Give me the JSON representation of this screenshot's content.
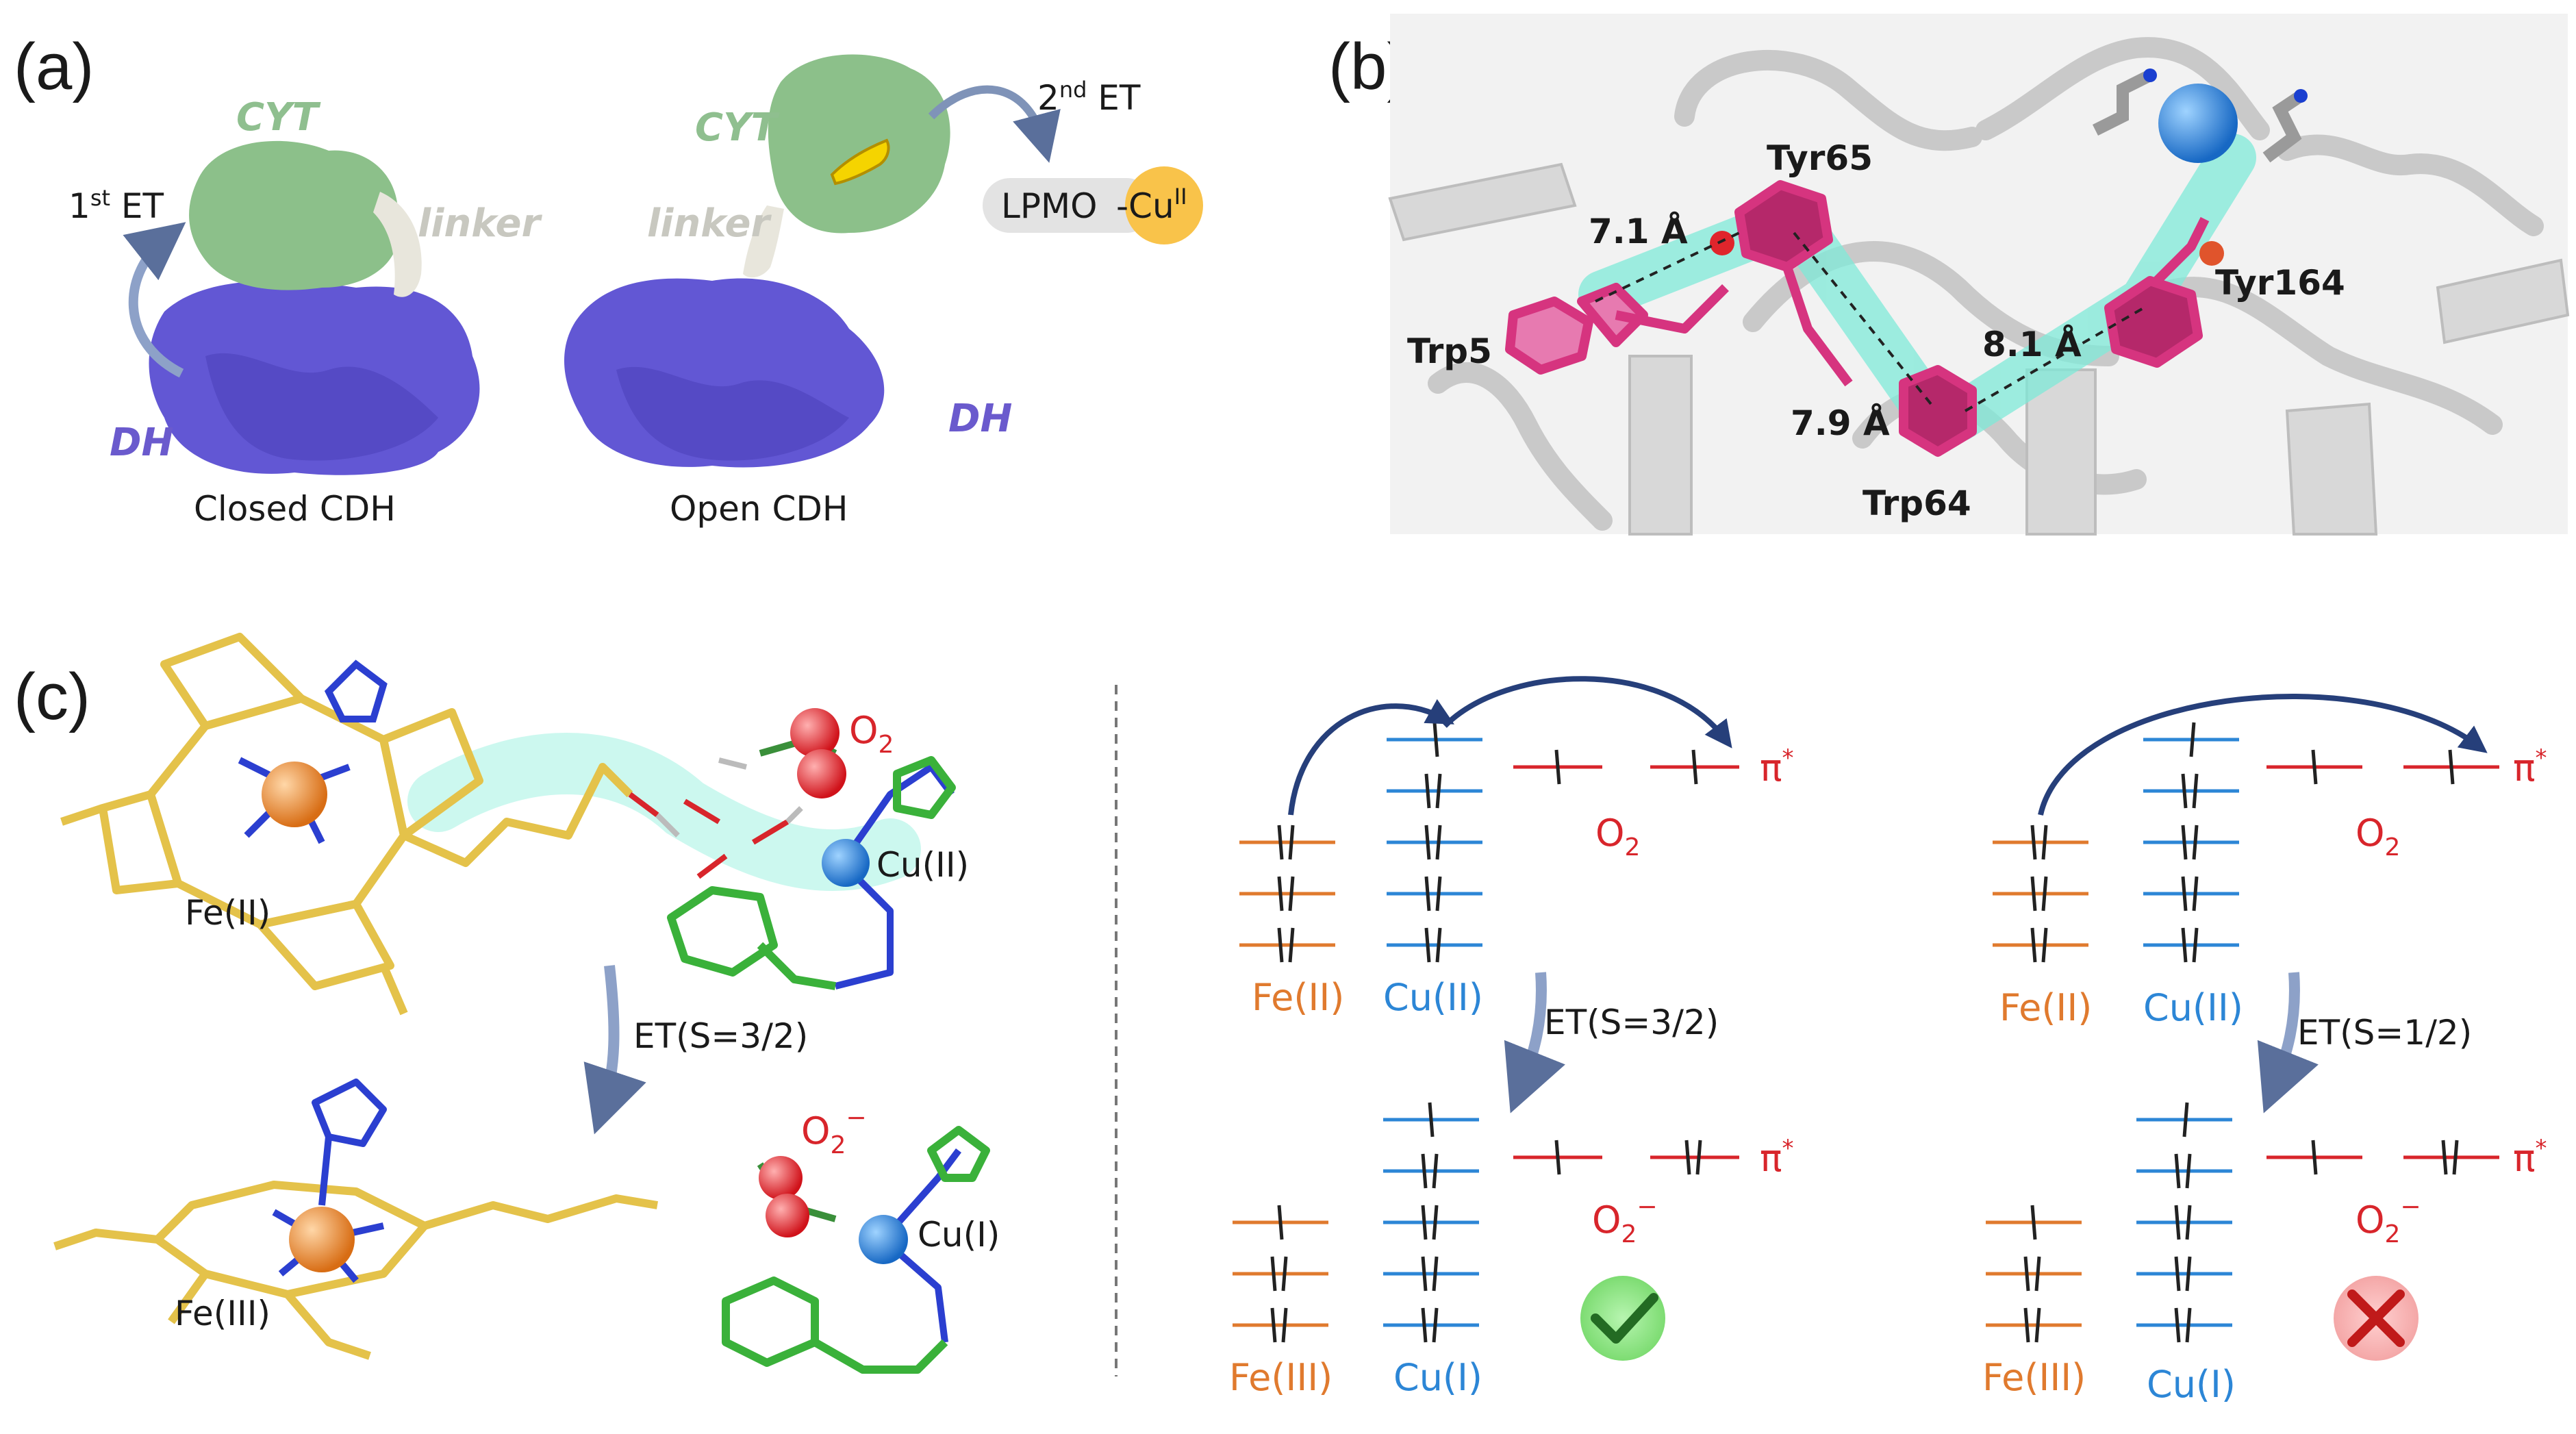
{
  "panels": {
    "a": {
      "label": "(a)",
      "closed": {
        "cyt": "CYT",
        "linker": "linker",
        "dh": "DH",
        "et": "1",
        "et_sup": "st",
        "et_word": " ET",
        "caption": "Closed CDH"
      },
      "open": {
        "cyt": "CYT",
        "linker": "linker",
        "dh": "DH",
        "et": "2",
        "et_sup": "nd",
        "et_word": " ET",
        "caption": "Open CDH",
        "lpmo": "LPMO",
        "cu": "Cu",
        "cu_sup": "II"
      }
    },
    "b": {
      "label": "(b)",
      "residues": [
        "Tyr65",
        "Trp5",
        "Trp64",
        "Tyr164"
      ],
      "distances": [
        "7.1 Å",
        "7.9 Å",
        "8.1 Å"
      ]
    },
    "c": {
      "label": "(c)",
      "struct": {
        "o2": "O",
        "o2_sub": "2",
        "cu_ii": "Cu(II)",
        "fe_ii": "Fe(II)",
        "et": "ET(S=3/2)",
        "o2m": "O",
        "o2m_sub": "2",
        "o2m_sup": "−",
        "cu_i": "Cu(I)",
        "fe_iii": "Fe(III)"
      },
      "diag1": {
        "fe_top": "Fe(II)",
        "cu_top": "Cu(II)",
        "o2": "O",
        "o2_sub": "2",
        "pi": "π",
        "pi_sup": "*",
        "et": "ET(S=3/2)",
        "fe_bot": "Fe(III)",
        "cu_bot": "Cu(I)",
        "o2m": "O",
        "o2m_sub": "2",
        "o2m_sup": "−",
        "result": "check-icon"
      },
      "diag2": {
        "fe_top": "Fe(II)",
        "cu_top": "Cu(II)",
        "o2": "O",
        "o2_sub": "2",
        "pi": "π",
        "pi_sup": "*",
        "et": "ET(S=1/2)",
        "fe_bot": "Fe(III)",
        "cu_bot": "Cu(I)",
        "o2m": "O",
        "o2m_sub": "2",
        "o2m_sup": "−",
        "result": "cross-icon"
      }
    }
  },
  "colors": {
    "fe": "#e07a2e",
    "cu": "#2c86d6",
    "o2": "#d8252b",
    "cyt": "#8fbf8f",
    "dh": "#6a5acd",
    "linker": "#d9d9cf",
    "heme": "#e4c24a",
    "pink": "#d6347f",
    "cyan": "#7fe9d8",
    "arrow": "#7f93b8"
  }
}
